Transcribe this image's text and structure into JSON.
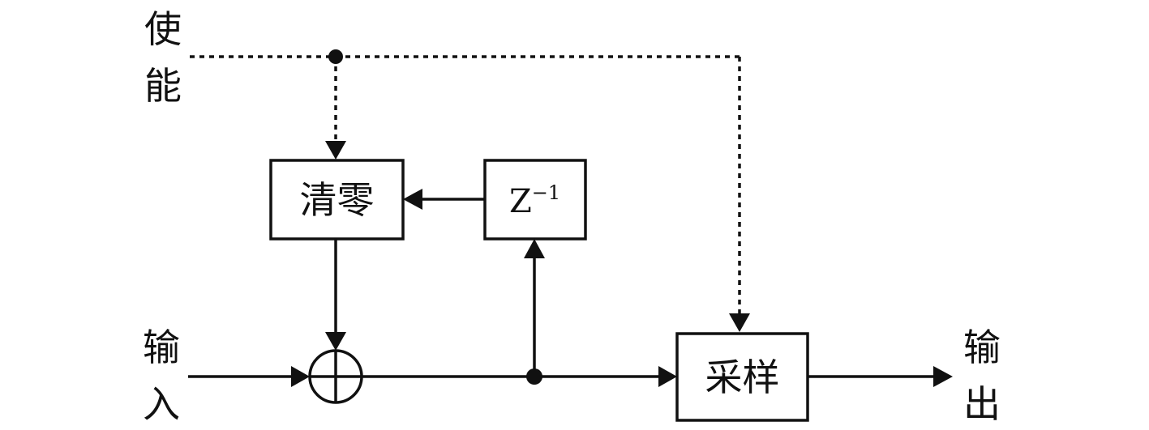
{
  "labels": {
    "enable_line1": "使",
    "enable_line2": "能",
    "input_line1": "输",
    "input_line2": "入",
    "output_line1": "输",
    "output_line2": "出"
  },
  "blocks": {
    "clear": "清零",
    "delay_base": "Z",
    "delay_exp": "−1",
    "sample": "采样"
  }
}
